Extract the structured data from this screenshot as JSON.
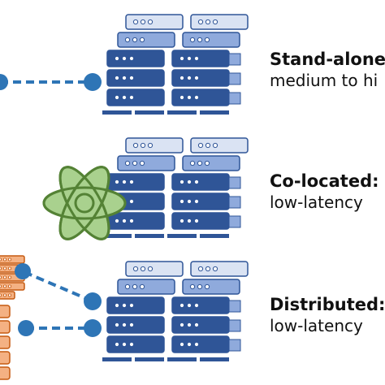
{
  "rows": [
    {
      "id": "standalone",
      "title": "Stand-alone:",
      "subtitle": "medium to hi"
    },
    {
      "id": "colocated",
      "title": "Co-located:",
      "subtitle": "low-latency"
    },
    {
      "id": "distributed",
      "title": "Distributed:",
      "subtitle": "low-latency"
    }
  ],
  "colors": {
    "rack_dark": "#2f5597",
    "rack_mid": "#8faadc",
    "rack_light": "#dae3f3",
    "rack_stroke": "#2f5597",
    "link": "#2e75b6",
    "atom_fill": "#a9d18e",
    "atom_stroke": "#548235",
    "remote_fill": "#f4b183",
    "remote_stroke": "#c55a11"
  }
}
